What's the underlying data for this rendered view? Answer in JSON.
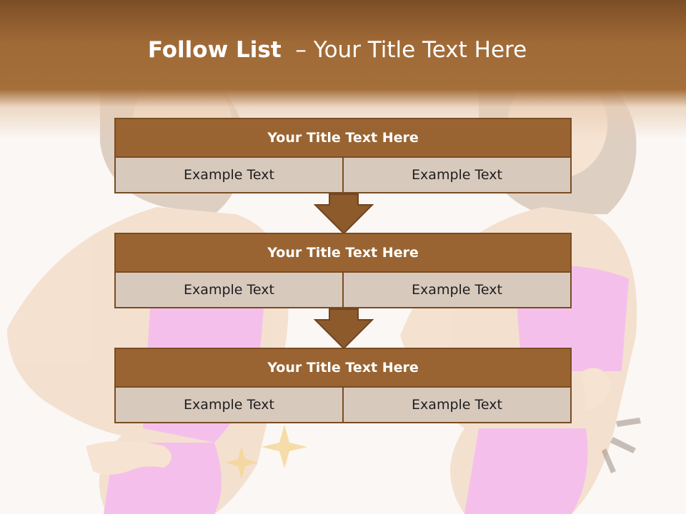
{
  "slide": {
    "title_bold": "Follow List",
    "title_rest": "– Your Title Text Here"
  },
  "blocks": [
    {
      "title": "Your Title Text Here",
      "left": "Example Text",
      "right": "Example Text"
    },
    {
      "title": "Your Title Text Here",
      "left": "Example Text",
      "right": "Example Text"
    },
    {
      "title": "Your Title Text Here",
      "left": "Example Text",
      "right": "Example Text"
    }
  ],
  "colors": {
    "header_brown": "#a06a37",
    "block_title_bg": "#9a6432",
    "cell_bg": "#d8c9bd",
    "border": "#7a4c22"
  }
}
